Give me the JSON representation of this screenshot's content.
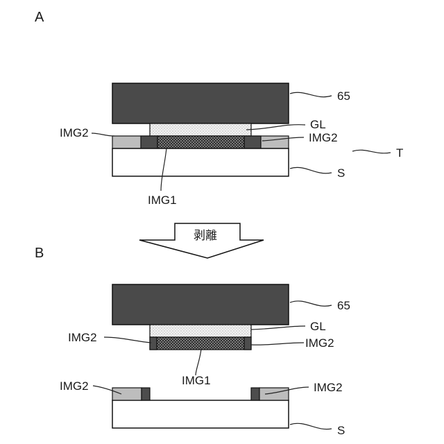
{
  "panel_a": {
    "letter": "A",
    "labels": {
      "head": "65",
      "glass": "GL",
      "img2_left": "IMG2",
      "img2_right": "IMG2",
      "transfer": "T",
      "substrate": "S",
      "img1": "IMG1"
    }
  },
  "arrow": {
    "label": "剥離"
  },
  "panel_b": {
    "letter": "B",
    "labels": {
      "head": "65",
      "glass": "GL",
      "img2_left_upper": "IMG2",
      "img2_right_upper": "IMG2",
      "img1": "IMG1",
      "img2_left_lower": "IMG2",
      "img2_right_lower": "IMG2",
      "substrate": "S"
    }
  },
  "colors": {
    "head": "#4a4a4a",
    "glass": "#ececec",
    "img1": "#5a5a5a",
    "img2_dark": "#4d4d4d",
    "img2_light": "#bdbdbd",
    "substrate": "#ffffff",
    "outline": "#111111"
  }
}
